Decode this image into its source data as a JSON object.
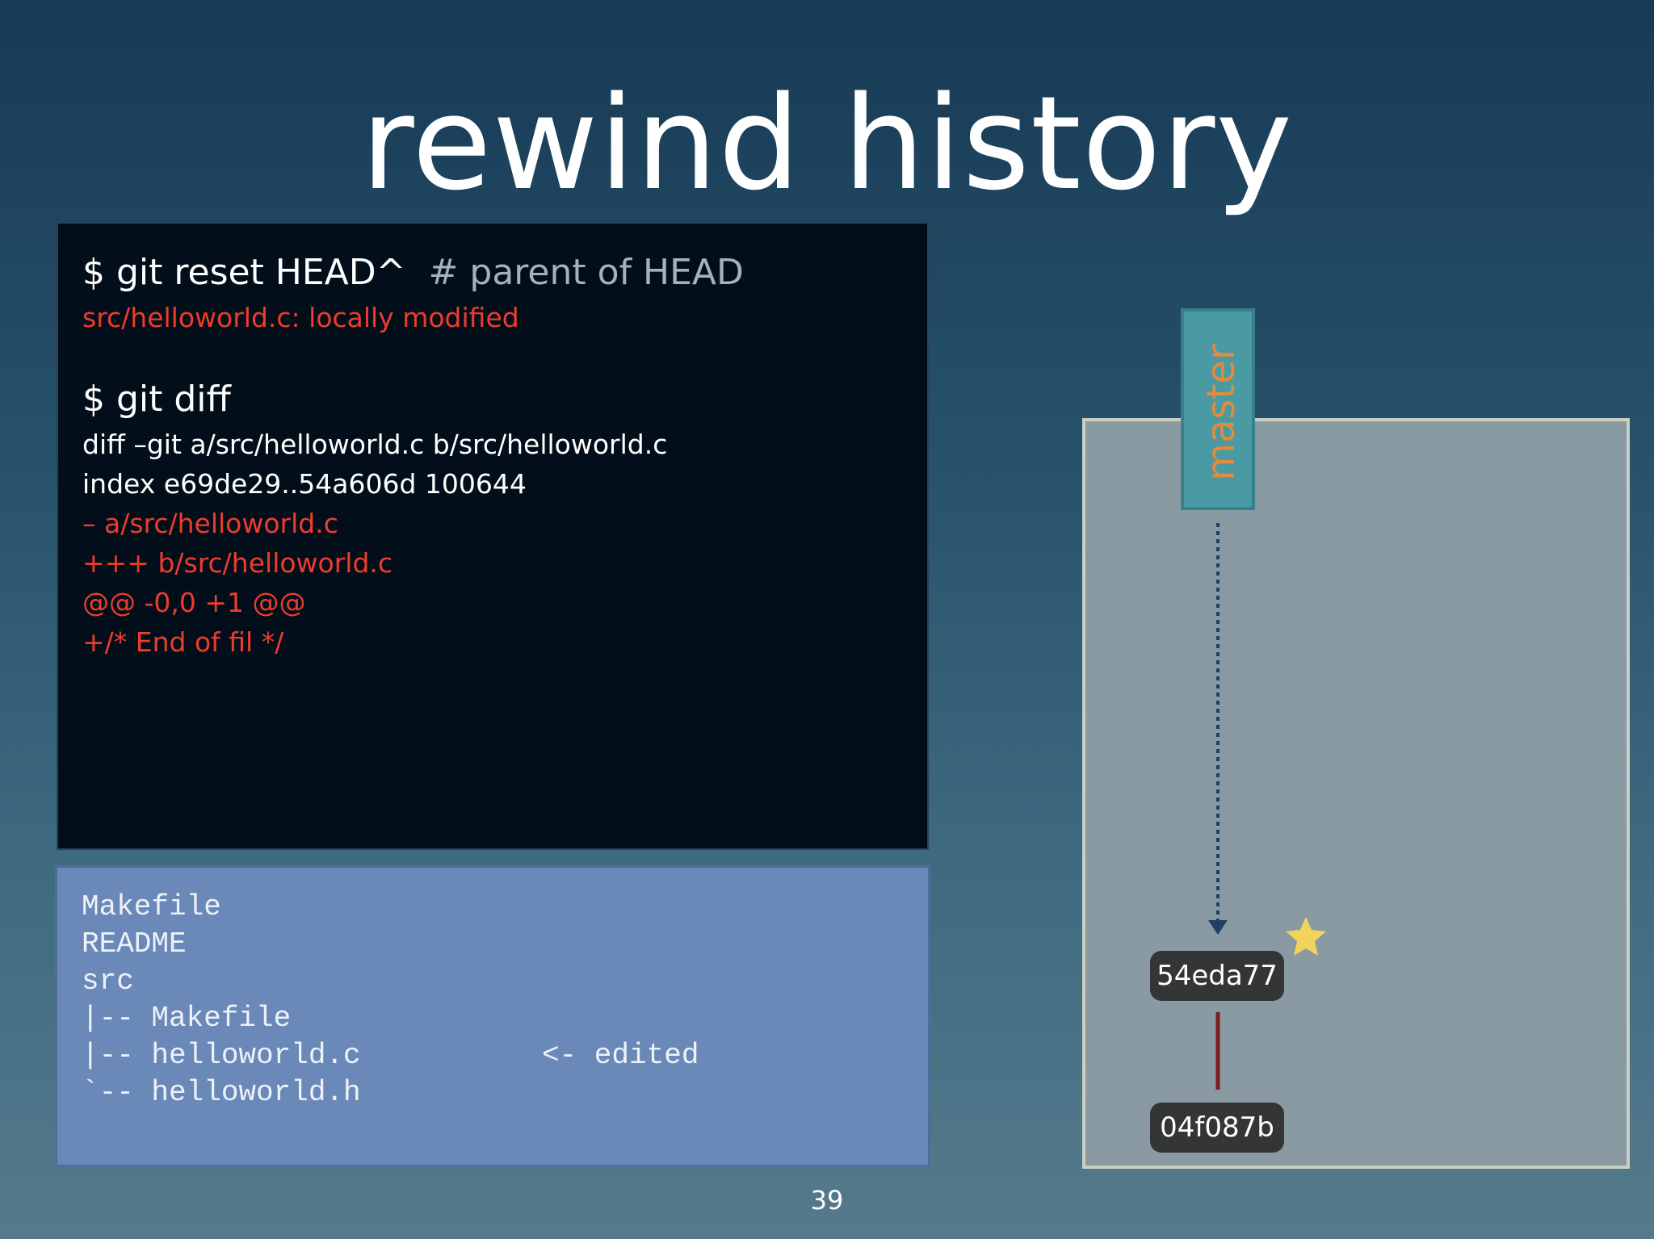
{
  "slide": {
    "title": "rewind history",
    "page_number": "39"
  },
  "terminal": {
    "cmd1": "$ git reset HEAD^",
    "cmd1_comment": "# parent of HEAD",
    "out1": "src/helloworld.c: locally modified",
    "cmd2": "$ git diff",
    "diff_header1": "diff –git a/src/helloworld.c b/src/helloworld.c",
    "diff_header2": "index e69de29..54a606d 100644",
    "diff_minus": "– a/src/helloworld.c",
    "diff_plus": "+++ b/src/helloworld.c",
    "diff_hunk": "@@ -0,0 +1 @@",
    "diff_added": "+/* End of fil */"
  },
  "file_tree": {
    "lines": [
      "Makefile",
      "README",
      "src",
      "|-- Makefile",
      "|-- helloworld.c",
      "`-- helloworld.h"
    ],
    "note": "<- edited"
  },
  "graph": {
    "branch_label": "master",
    "commits": [
      "54eda77",
      "04f087b"
    ],
    "colors": {
      "branch_fill": "#4a9aa3",
      "branch_text": "#e38a3c",
      "star": "#f2d45c",
      "link": "#7a1e1e",
      "pointer": "#1f3f66"
    }
  }
}
